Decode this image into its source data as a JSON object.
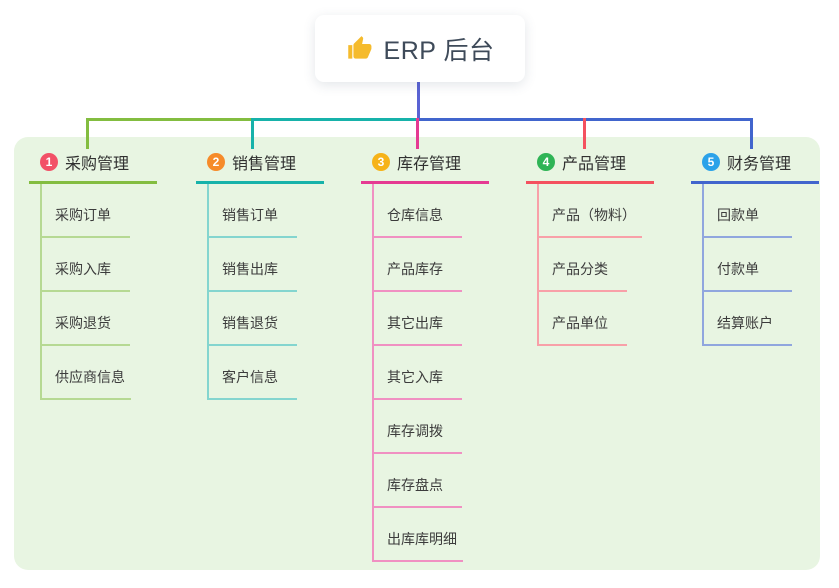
{
  "root": {
    "icon": "thumbs-up-icon",
    "label": "ERP 后台"
  },
  "branches": [
    {
      "num": "1",
      "title": "采购管理",
      "color": "#83bd40",
      "light_color": "#b6d993",
      "badge_color": "#f25167",
      "children": [
        "采购订单",
        "采购入库",
        "采购退货",
        "供应商信息"
      ]
    },
    {
      "num": "2",
      "title": "销售管理",
      "color": "#17b2aa",
      "light_color": "#84d5cf",
      "badge_color": "#f68b2a",
      "children": [
        "销售订单",
        "销售出库",
        "销售退货",
        "客户信息"
      ]
    },
    {
      "num": "3",
      "title": "库存管理",
      "color": "#e53a92",
      "light_color": "#f090c2",
      "badge_color": "#f6b318",
      "children": [
        "仓库信息",
        "产品库存",
        "其它出库",
        "其它入库",
        "库存调拨",
        "库存盘点",
        "出库库明细"
      ]
    },
    {
      "num": "4",
      "title": "产品管理",
      "color": "#f4515f",
      "light_color": "#f8a0a8",
      "badge_color": "#2fb456",
      "children": [
        "产品（物料）",
        "产品分类",
        "产品单位"
      ]
    },
    {
      "num": "5",
      "title": "财务管理",
      "color": "#4165cd",
      "light_color": "#90a6de",
      "badge_color": "#2ba2e9",
      "children": [
        "回款单",
        "付款单",
        "结算账户"
      ]
    }
  ],
  "connectors": {
    "root_line_color": "#5a63d4",
    "panel_background": "#e8f5e2",
    "icon_color": "#f5bb2d"
  }
}
